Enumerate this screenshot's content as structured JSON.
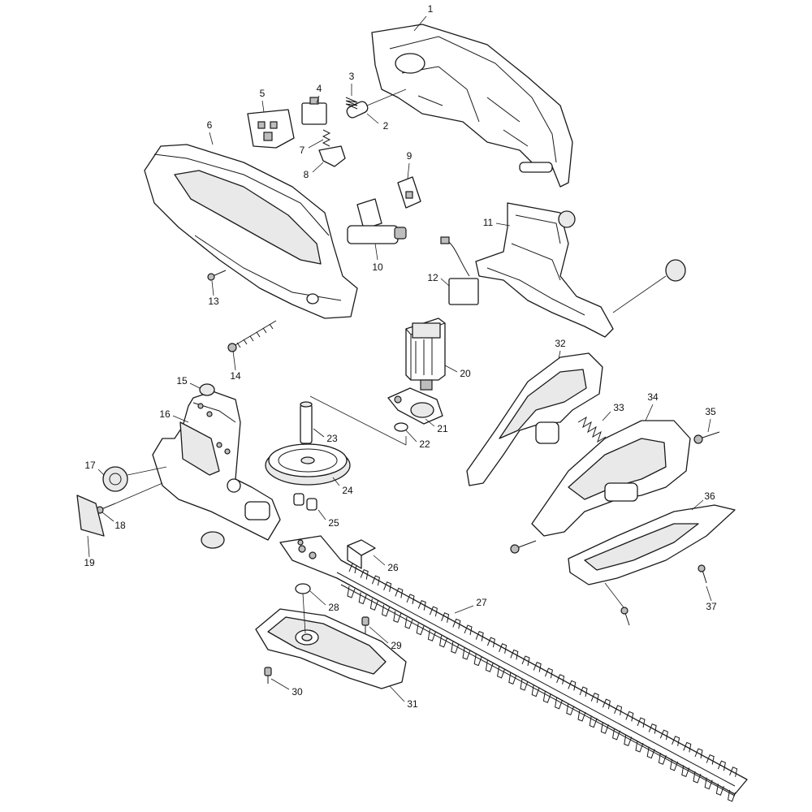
{
  "callouts": [
    "1",
    "2",
    "3",
    "4",
    "5",
    "6",
    "7",
    "8",
    "9",
    "10",
    "11",
    "12",
    "13",
    "14",
    "15",
    "16",
    "17",
    "18",
    "19",
    "20",
    "21",
    "22",
    "23",
    "24",
    "25",
    "26",
    "27",
    "28",
    "29",
    "30",
    "31",
    "32",
    "33",
    "34",
    "35",
    "36",
    "37"
  ],
  "colors": {
    "line": "#1a1a1a",
    "shade": "#e9e9e9",
    "background": "#ffffff"
  }
}
